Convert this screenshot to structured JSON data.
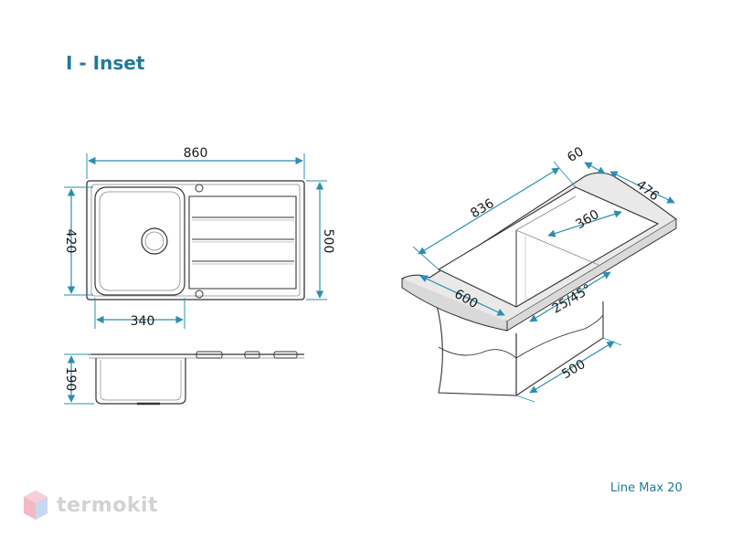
{
  "title": "I - Inset",
  "model": "Line Max 20",
  "brand": {
    "name": "termokit",
    "logo_icon": "hexagon-logo-icon"
  },
  "colors": {
    "dimension_line": "#2a8fb0",
    "outline": "#333333",
    "countertop_fill": "#e9e9e9",
    "title": "#1f7a9c"
  },
  "top_view": {
    "width": "860",
    "depth": "500",
    "bowl_depth": "420",
    "bowl_width": "340"
  },
  "side_view": {
    "height": "190"
  },
  "iso_view": {
    "length": "836",
    "front_width": "600",
    "overhang": "60",
    "right_width": "476",
    "bowl_width": "360",
    "angle": "25/45°",
    "cabinet": "500"
  }
}
